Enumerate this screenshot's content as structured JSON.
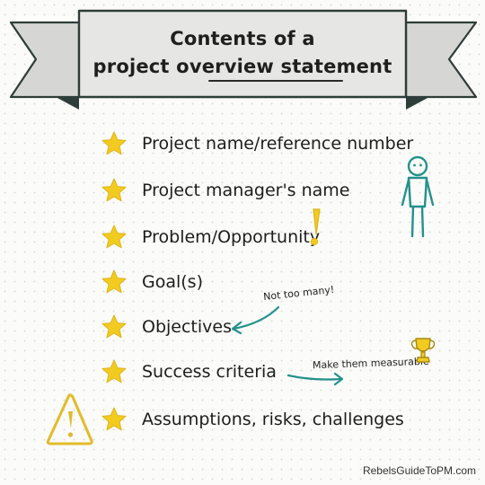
{
  "banner": {
    "title_line1": "Contents of a",
    "title_line2": "project overview statement"
  },
  "items": [
    {
      "label": "Project name/reference number"
    },
    {
      "label": "Project manager's name"
    },
    {
      "label": "Problem/Opportunity"
    },
    {
      "label": "Goal(s)"
    },
    {
      "label": "Objectives"
    },
    {
      "label": "Success criteria"
    },
    {
      "label": "Assumptions, risks, challenges"
    }
  ],
  "notes": {
    "objectives": "Not too many!",
    "success": "Make them measurable"
  },
  "icons": {
    "bullet": "star-icon",
    "person": "stick-figure-icon",
    "exclamation": "exclamation-icon",
    "trophy": "trophy-icon",
    "warning": "warning-triangle-icon"
  },
  "colors": {
    "star": "#f2cb21",
    "accent": "#23918d",
    "banner_fill": "#e6e6e4",
    "banner_stroke": "#2d3d3a",
    "warning": "#e3bb2a"
  },
  "footer": {
    "credit": "RebelsGuideToPM.com"
  }
}
